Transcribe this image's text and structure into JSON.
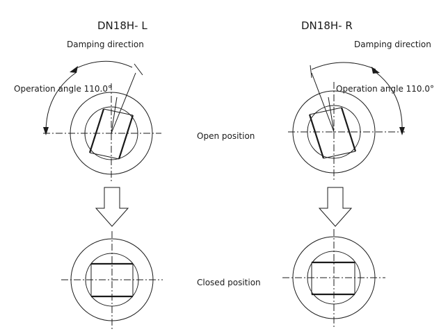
{
  "left": {
    "title": "DN18H- L",
    "damping_label": "Damping direction",
    "angle_label": "Operation angle 110.0°"
  },
  "right": {
    "title": "DN18H- R",
    "damping_label": "Damping direction",
    "angle_label": "Operation angle 110.0°"
  },
  "open_label": "Open position",
  "closed_label": "Closed position"
}
